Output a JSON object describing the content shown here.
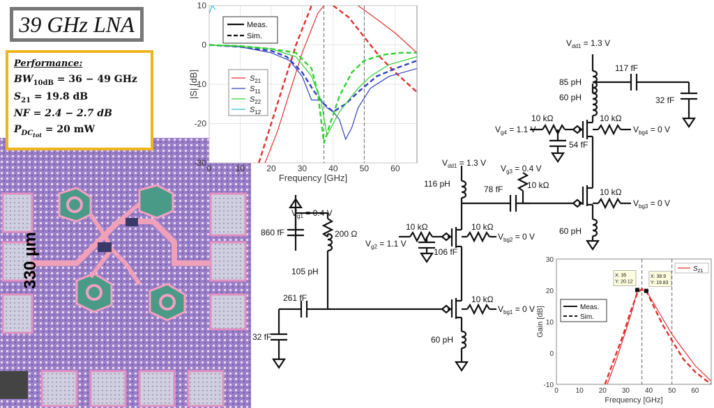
{
  "title": "39 GHz LNA",
  "performance": {
    "heading": "Performance:",
    "bw": "BW",
    "bw_sub": "10dB",
    "bw_val": " = 36 − 49 GHz",
    "s21": "S",
    "s21_sub": "21",
    "s21_val": " = 19.8 dB",
    "nf": "NF = 2.4 − 2.7 dB",
    "pdc": "P",
    "pdc_sub": "DC",
    "pdc_subsub": "tot",
    "pdc_val": " = 20 mW"
  },
  "die_label": "330 µm",
  "colors": {
    "s21": "#e03030",
    "s11": "#3040c0",
    "s22": "#30d030",
    "s12": "#30c0d0"
  },
  "schematic": {
    "vdd1_top": "V",
    "vdd1_top_sub": "dd1",
    "vdd1_top_val": " = 1.3 V",
    "vdd1_mid": "V",
    "vdd1_mid_sub": "dd1",
    "vdd1_mid_val": " = 1.3 V",
    "l_85": "85 pH",
    "l_60a": "60 pH",
    "c_117": "117 fF",
    "c_32a": "32 fF",
    "r_10k_g4": "10 kΩ",
    "r_10k_bg4": "10 kΩ",
    "vg4": "V",
    "vg4_sub": "g4",
    "vg4_val": " = 1.1 V",
    "vbg4": "V",
    "vbg4_sub": "bg4",
    "vbg4_val": " = 0 V",
    "c_54": "54 fF",
    "vg3": "V",
    "vg3_sub": "g3",
    "vg3_val": " = 0.4 V",
    "r_10k_g3": "10 kΩ",
    "l_116": "116 pH",
    "c_78": "78 fF",
    "r_10k_bg3": "10 kΩ",
    "vbg3": "V",
    "vbg3_sub": "bg3",
    "vbg3_val": " = 0 V",
    "l_60b": "60 pH",
    "vg1": "V",
    "vg1_sub": "g1",
    "vg1_val": " = 0.4 V",
    "c_860": "860 fF",
    "r_200": "200 Ω",
    "r_10k_g2": "10 kΩ",
    "r_10k_bg2": "10 kΩ",
    "vg2": "V",
    "vg2_sub": "g2",
    "vg2_val": " = 1.1 V",
    "vbg2": "V",
    "vbg2_sub": "bg2",
    "vbg2_val": " = 0 V",
    "c_106": "106 fF",
    "l_105": "105 pH",
    "c_261": "261 fF",
    "r_10k_bg1": "10 kΩ",
    "vbg1": "V",
    "vbg1_sub": "bg1",
    "vbg1_val": " = 0 V",
    "c_32b": "32 fF",
    "l_60c": "60 pH"
  },
  "chart_data": [
    {
      "type": "line",
      "title": "",
      "xlabel": "Frequency [GHz]",
      "ylabel": "|S| [dB]",
      "xlim": [
        0,
        67
      ],
      "ylim": [
        -30,
        10
      ],
      "xticks": [
        0,
        10,
        20,
        30,
        40,
        50,
        60
      ],
      "yticks": [
        10,
        0,
        -10,
        -20,
        -30
      ],
      "grid": true,
      "vlines": [
        37,
        50
      ],
      "legend_style": [
        "Meas.",
        "Sim."
      ],
      "legend_series": [
        "S21",
        "S11",
        "S22",
        "S12"
      ],
      "series": [
        {
          "name": "S21",
          "style": "meas",
          "x": [
            18,
            22,
            26,
            30,
            33,
            35,
            38,
            42,
            48,
            55,
            60,
            67
          ],
          "y": [
            -30,
            -22,
            -12,
            -2,
            4,
            8,
            11,
            13,
            10,
            6,
            3,
            -2
          ]
        },
        {
          "name": "S21",
          "style": "sim",
          "x": [
            16,
            20,
            24,
            28,
            31,
            33
          ],
          "y": [
            -30,
            -20,
            -10,
            0,
            6,
            10
          ]
        },
        {
          "name": "S21",
          "style": "sim",
          "x": [
            40,
            45,
            50,
            55,
            60,
            67
          ],
          "y": [
            10,
            7,
            2,
            -3,
            -7,
            -12
          ]
        },
        {
          "name": "S11",
          "style": "meas",
          "x": [
            0,
            10,
            20,
            26,
            30,
            33,
            36,
            38,
            40,
            42,
            44,
            46,
            48,
            52,
            58,
            67
          ],
          "y": [
            0,
            -0.5,
            -2,
            -4,
            -8,
            -14,
            -14,
            -16,
            -17,
            -19,
            -24,
            -21,
            -16,
            -11,
            -8,
            -6
          ]
        },
        {
          "name": "S11",
          "style": "sim",
          "x": [
            0,
            10,
            20,
            25,
            30,
            34,
            37,
            40,
            44,
            48,
            54,
            60,
            67
          ],
          "y": [
            0,
            -0.5,
            -1.5,
            -3,
            -7,
            -12,
            -15,
            -17,
            -15,
            -12,
            -8,
            -6,
            -4
          ]
        },
        {
          "name": "S22",
          "style": "meas",
          "x": [
            0,
            10,
            20,
            28,
            33,
            36,
            38,
            40,
            42,
            45,
            48,
            52,
            58,
            67
          ],
          "y": [
            0,
            -0.3,
            -1,
            -3,
            -8,
            -14,
            -23,
            -20,
            -17,
            -14,
            -11,
            -8,
            -5,
            -3
          ]
        },
        {
          "name": "S22",
          "style": "sim",
          "x": [
            0,
            10,
            20,
            28,
            33,
            35,
            37,
            39,
            42,
            46,
            50,
            56,
            62,
            67
          ],
          "y": [
            0,
            -0.3,
            -1,
            -2,
            -6,
            -12,
            -25,
            -20,
            -13,
            -7,
            -4,
            -2.5,
            -2,
            -2
          ]
        },
        {
          "name": "S12",
          "style": "meas",
          "x": [
            0,
            1,
            2
          ],
          "y": [
            8,
            10,
            9
          ]
        }
      ]
    },
    {
      "type": "line",
      "title": "",
      "xlabel": "Frequency [GHz]",
      "ylabel": "Gain [dB]",
      "xlim": [
        0,
        67
      ],
      "ylim": [
        -10,
        30
      ],
      "xticks": [
        0,
        10,
        20,
        30,
        40,
        50,
        60
      ],
      "yticks": [
        30,
        20,
        10,
        0,
        -10
      ],
      "vlines": [
        37,
        50
      ],
      "legend_series": [
        "S21"
      ],
      "legend_style": [
        "Meas.",
        "Sim."
      ],
      "series": [
        {
          "name": "S21",
          "style": "meas",
          "x": [
            22,
            26,
            30,
            33,
            35,
            38.9,
            42,
            46,
            50,
            55,
            60,
            67
          ],
          "y": [
            -10,
            -2,
            7,
            14,
            20.12,
            19.83,
            16,
            11,
            6,
            1,
            -4,
            -9
          ]
        },
        {
          "name": "S21",
          "style": "sim",
          "x": [
            21,
            25,
            29,
            32,
            35,
            37,
            38.9,
            42,
            46,
            50,
            55,
            60,
            67
          ],
          "y": [
            -10,
            -2,
            6,
            13,
            19,
            20.5,
            19.83,
            15,
            9,
            4,
            -2,
            -6,
            -10
          ]
        }
      ],
      "markers": [
        {
          "x": 35,
          "y": 20.12,
          "label_x": "X: 35",
          "label_y": "Y: 20.12"
        },
        {
          "x": 38.9,
          "y": 19.83,
          "label_x": "X: 38.9",
          "label_y": "Y: 19.83"
        }
      ]
    }
  ]
}
